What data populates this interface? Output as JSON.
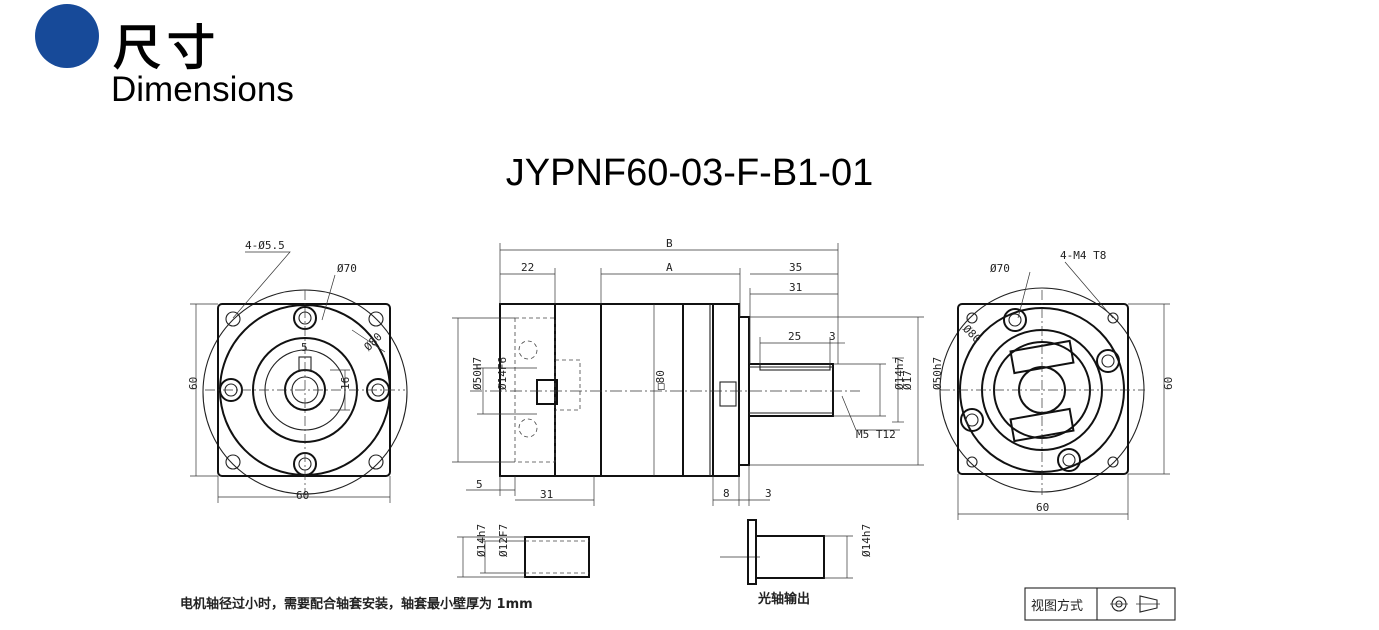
{
  "header": {
    "title_cn": "尺寸",
    "title_en": "Dimensions",
    "dot_color": "#174a99"
  },
  "model_name": "JYPNF60-03-F-B1-01",
  "front_view": {
    "holes": "4-Ø5.5",
    "pcd": "Ø70",
    "dia80": "Ø80",
    "height": "60",
    "width": "60",
    "key": "5",
    "shaft_h": "16"
  },
  "side_view": {
    "B": "B",
    "A": "A",
    "d22": "22",
    "d35": "35",
    "d31top": "31",
    "d25": "25",
    "d3top": "3",
    "d50h7": "Ø50H7",
    "d14f6": "Ø14F6",
    "square": "□80",
    "d14h7": "Ø14h7",
    "d17": "Ø17",
    "d50h7b": "Ø50h7",
    "thread": "M5 T12",
    "d5": "5",
    "d31": "31",
    "d8": "8",
    "d3": "3"
  },
  "rear_view": {
    "pcd": "Ø70",
    "tap": "4-M4 T8",
    "dia80": "Ø80",
    "height": "60",
    "width": "60"
  },
  "sleeve": {
    "d14h7": "Ø14h7",
    "d12f7": "Ø12F7",
    "note": "电机轴径过小时，需要配合轴套安装，轴套最小壁厚为 1mm"
  },
  "shaft_out": {
    "d14h7": "Ø14h7",
    "label": "光轴输出"
  },
  "view_method": {
    "label": "视图方式"
  }
}
